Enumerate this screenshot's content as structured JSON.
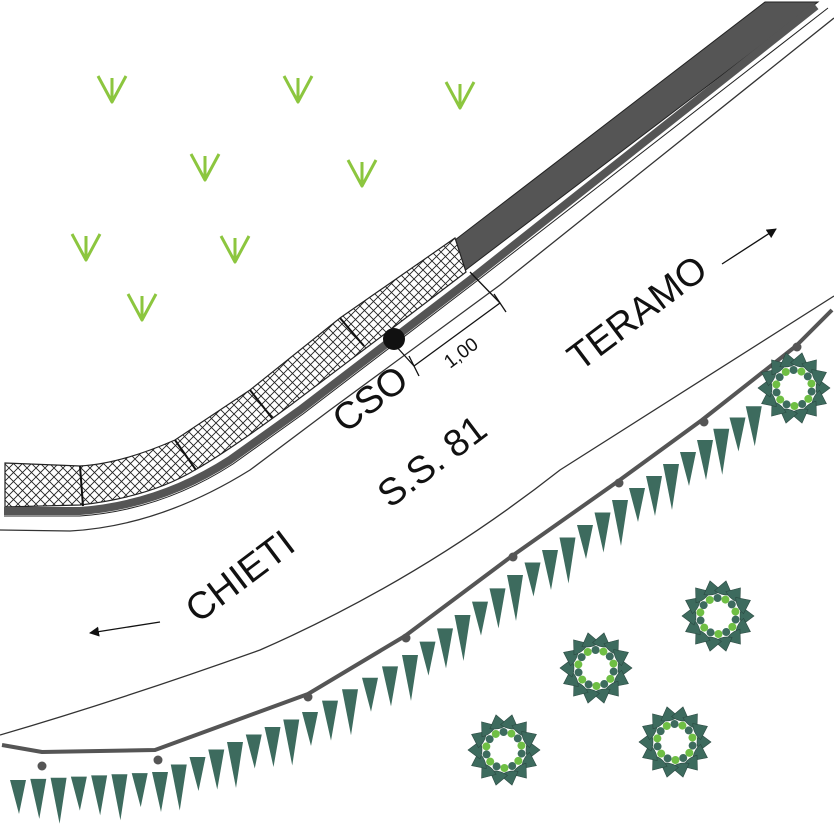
{
  "labels": {
    "road": "S.S. 81",
    "point": "CSO",
    "dimension": "1,00",
    "direction_north": "TERAMO",
    "direction_south": "CHIETI"
  },
  "colors": {
    "grass": "#8cc63f",
    "sidewalk_dark": "#555555",
    "road_edge": "#333333",
    "hedge": "#3d6b5e",
    "shrub_dark": "#3d6b5e",
    "shrub_light": "#6fbf44",
    "hatch": "#222222"
  },
  "icons": [
    "grass-tuft-icon",
    "shrub-icon",
    "arrow-icon",
    "point-marker-icon"
  ]
}
